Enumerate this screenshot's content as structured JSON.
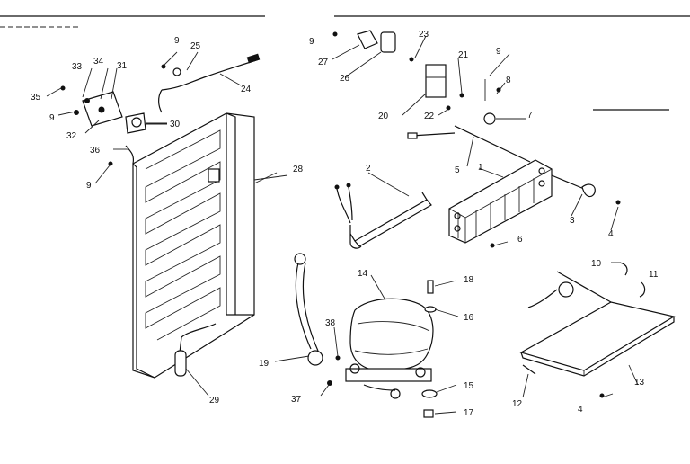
{
  "labels": {
    "l1": "1",
    "l2": "2",
    "l3": "3",
    "l4a": "4",
    "l4b": "4",
    "l5": "5",
    "l6": "6",
    "l7": "7",
    "l8": "8",
    "l9a": "9",
    "l9b": "9",
    "l9c": "9",
    "l9d": "9",
    "l9e": "9",
    "l10": "10",
    "l11": "11",
    "l12": "12",
    "l13": "13",
    "l14": "14",
    "l15": "15",
    "l16": "16",
    "l17": "17",
    "l18": "18",
    "l19": "19",
    "l20": "20",
    "l21": "21",
    "l22": "22",
    "l23": "23",
    "l24": "24",
    "l25": "25",
    "l26": "26",
    "l27": "27",
    "l28": "28",
    "l29": "29",
    "l30": "30",
    "l31": "31",
    "l32": "32",
    "l33": "33",
    "l34": "34",
    "l35": "35",
    "l36": "36",
    "l37": "37",
    "l38": "38"
  }
}
